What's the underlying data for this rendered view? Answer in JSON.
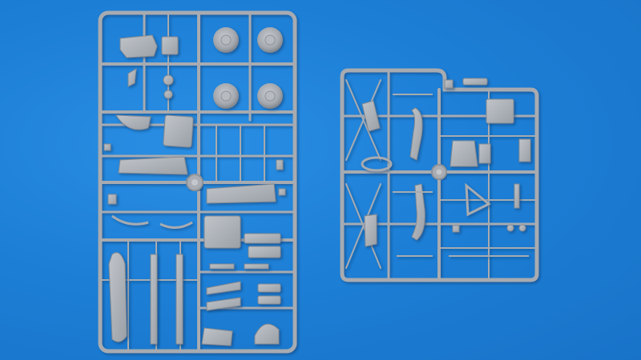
{
  "scene": {
    "description_kind": "photo",
    "background_color": "#1f82d8",
    "plastic_color": "#a9adb3",
    "plastic_shadow": "#7d838b",
    "plastic_highlight": "#c4c8cd"
  },
  "sprues": [
    {
      "id": "left"
    },
    {
      "id": "right"
    }
  ]
}
